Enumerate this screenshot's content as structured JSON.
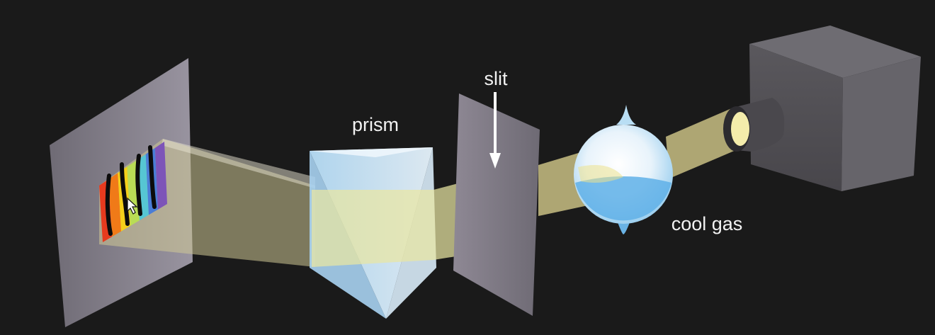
{
  "labels": {
    "slit": "slit",
    "prism": "prism",
    "cool_gas": "cool gas"
  },
  "colors": {
    "background": "#1a1a1a",
    "beam": "#d8d090",
    "screen": "#8a8590",
    "light_box": "#56545a",
    "prism": "#cfe8fa"
  },
  "spectrum": {
    "colors": [
      "#e63a1e",
      "#f07a18",
      "#f5d01a",
      "#b9dc55",
      "#56c6d3",
      "#4a7dd6",
      "#7d54b8"
    ],
    "absorption_line_count": 4
  },
  "icons": [
    "mouse-pointer-icon",
    "arrow-down-icon"
  ]
}
